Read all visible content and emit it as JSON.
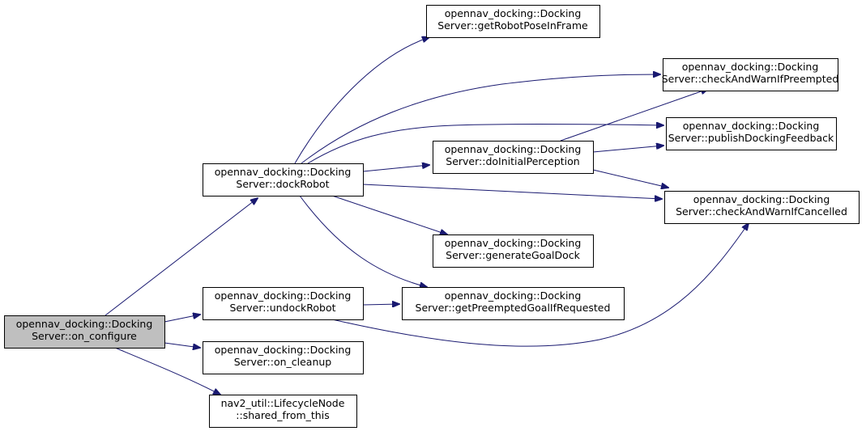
{
  "colors": {
    "node_fill": "#ffffff",
    "root_fill": "#bfbfbf",
    "node_border": "#000000",
    "edge": "#191970",
    "text": "#000000"
  },
  "nodes": [
    {
      "id": "on_configure",
      "lines": [
        "opennav_docking::Docking",
        "Server::on_configure"
      ],
      "root": true
    },
    {
      "id": "dockRobot",
      "lines": [
        "opennav_docking::Docking",
        "Server::dockRobot"
      ]
    },
    {
      "id": "undockRobot",
      "lines": [
        "opennav_docking::Docking",
        "Server::undockRobot"
      ]
    },
    {
      "id": "on_cleanup",
      "lines": [
        "opennav_docking::Docking",
        "Server::on_cleanup"
      ]
    },
    {
      "id": "shared_from_this",
      "lines": [
        "nav2_util::LifecycleNode",
        "::shared_from_this"
      ]
    },
    {
      "id": "getRobotPoseInFrame",
      "lines": [
        "opennav_docking::Docking",
        "Server::getRobotPoseInFrame"
      ]
    },
    {
      "id": "doInitialPerception",
      "lines": [
        "opennav_docking::Docking",
        "Server::doInitialPerception"
      ]
    },
    {
      "id": "generateGoalDock",
      "lines": [
        "opennav_docking::Docking",
        "Server::generateGoalDock"
      ]
    },
    {
      "id": "getPreemptedGoalIfRequested",
      "lines": [
        "opennav_docking::Docking",
        "Server::getPreemptedGoalIfRequested"
      ]
    },
    {
      "id": "checkAndWarnIfPreempted",
      "lines": [
        "opennav_docking::Docking",
        "Server::checkAndWarnIfPreempted"
      ]
    },
    {
      "id": "publishDockingFeedback",
      "lines": [
        "opennav_docking::Docking",
        "Server::publishDockingFeedback"
      ]
    },
    {
      "id": "checkAndWarnIfCancelled",
      "lines": [
        "opennav_docking::Docking",
        "Server::checkAndWarnIfCancelled"
      ]
    }
  ],
  "edges": [
    {
      "from": "on_configure",
      "to": "dockRobot"
    },
    {
      "from": "on_configure",
      "to": "undockRobot"
    },
    {
      "from": "on_configure",
      "to": "on_cleanup"
    },
    {
      "from": "on_configure",
      "to": "shared_from_this"
    },
    {
      "from": "dockRobot",
      "to": "getRobotPoseInFrame"
    },
    {
      "from": "dockRobot",
      "to": "checkAndWarnIfPreempted"
    },
    {
      "from": "dockRobot",
      "to": "publishDockingFeedback"
    },
    {
      "from": "dockRobot",
      "to": "doInitialPerception"
    },
    {
      "from": "dockRobot",
      "to": "checkAndWarnIfCancelled"
    },
    {
      "from": "dockRobot",
      "to": "generateGoalDock"
    },
    {
      "from": "dockRobot",
      "to": "getPreemptedGoalIfRequested"
    },
    {
      "from": "doInitialPerception",
      "to": "checkAndWarnIfPreempted"
    },
    {
      "from": "doInitialPerception",
      "to": "publishDockingFeedback"
    },
    {
      "from": "doInitialPerception",
      "to": "checkAndWarnIfCancelled"
    },
    {
      "from": "undockRobot",
      "to": "getPreemptedGoalIfRequested"
    },
    {
      "from": "undockRobot",
      "to": "checkAndWarnIfCancelled"
    }
  ]
}
